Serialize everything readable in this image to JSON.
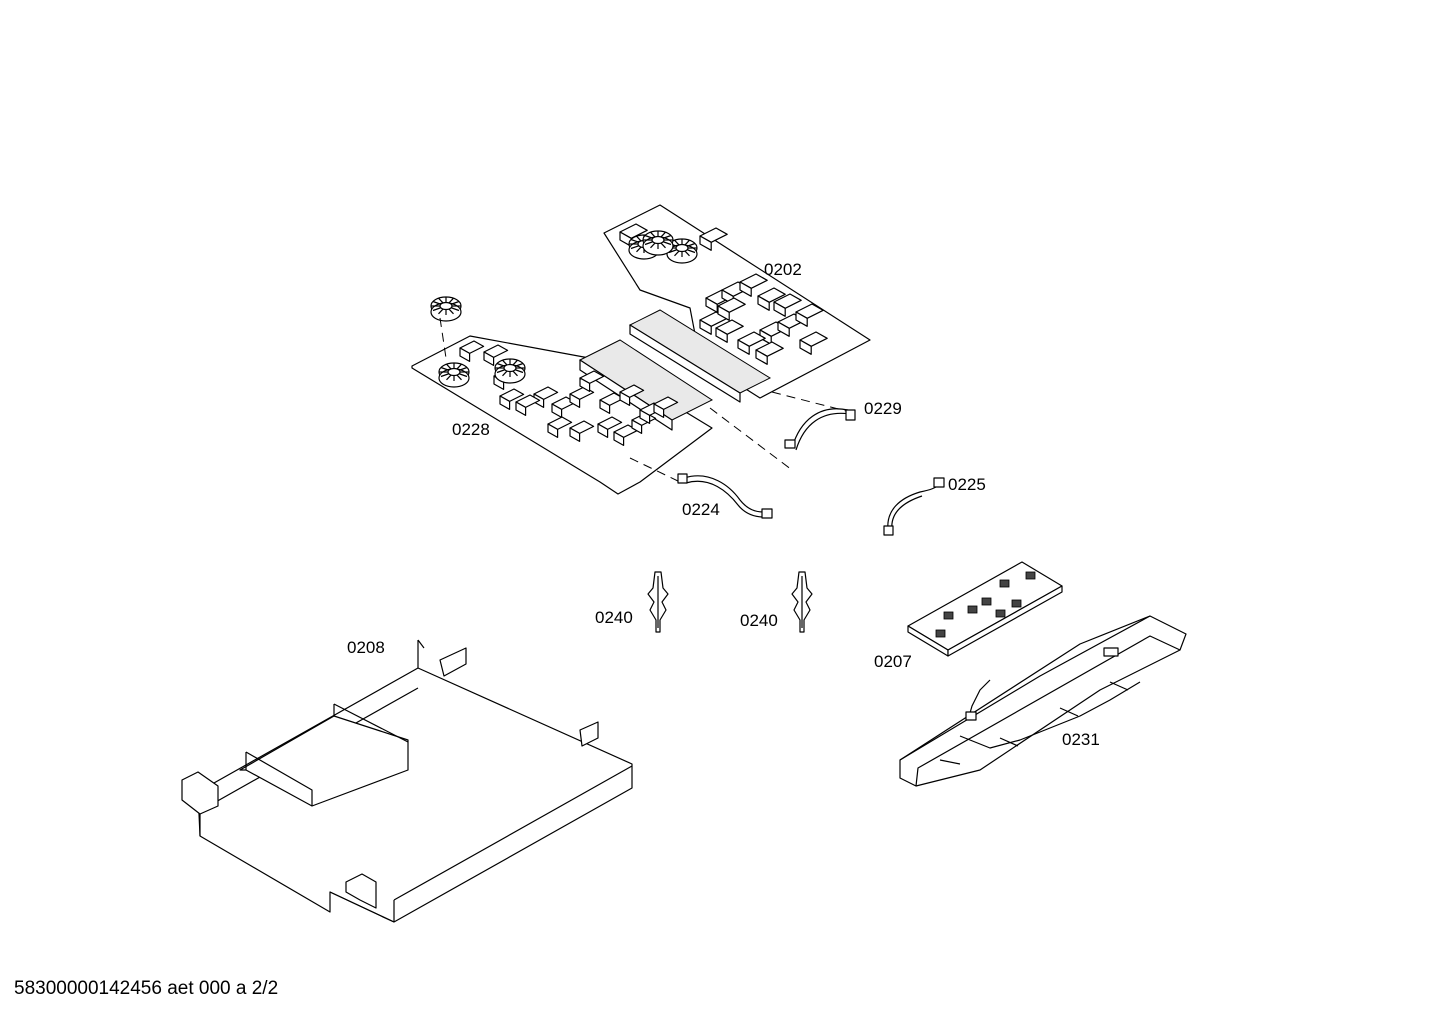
{
  "diagram": {
    "parts": [
      {
        "id": "board_a",
        "label": "0202"
      },
      {
        "id": "board_b",
        "label": "0228"
      },
      {
        "id": "cable_229",
        "label": "0229"
      },
      {
        "id": "cable_225",
        "label": "0225"
      },
      {
        "id": "cable_224",
        "label": "0224"
      },
      {
        "id": "spacer_left",
        "label": "0240"
      },
      {
        "id": "spacer_right",
        "label": "0240"
      },
      {
        "id": "control_board",
        "label": "0207"
      },
      {
        "id": "tray",
        "label": "0208"
      },
      {
        "id": "bracket",
        "label": "0231"
      }
    ]
  },
  "footer": {
    "code": "58300000142456 aet 000 a 2/2"
  }
}
